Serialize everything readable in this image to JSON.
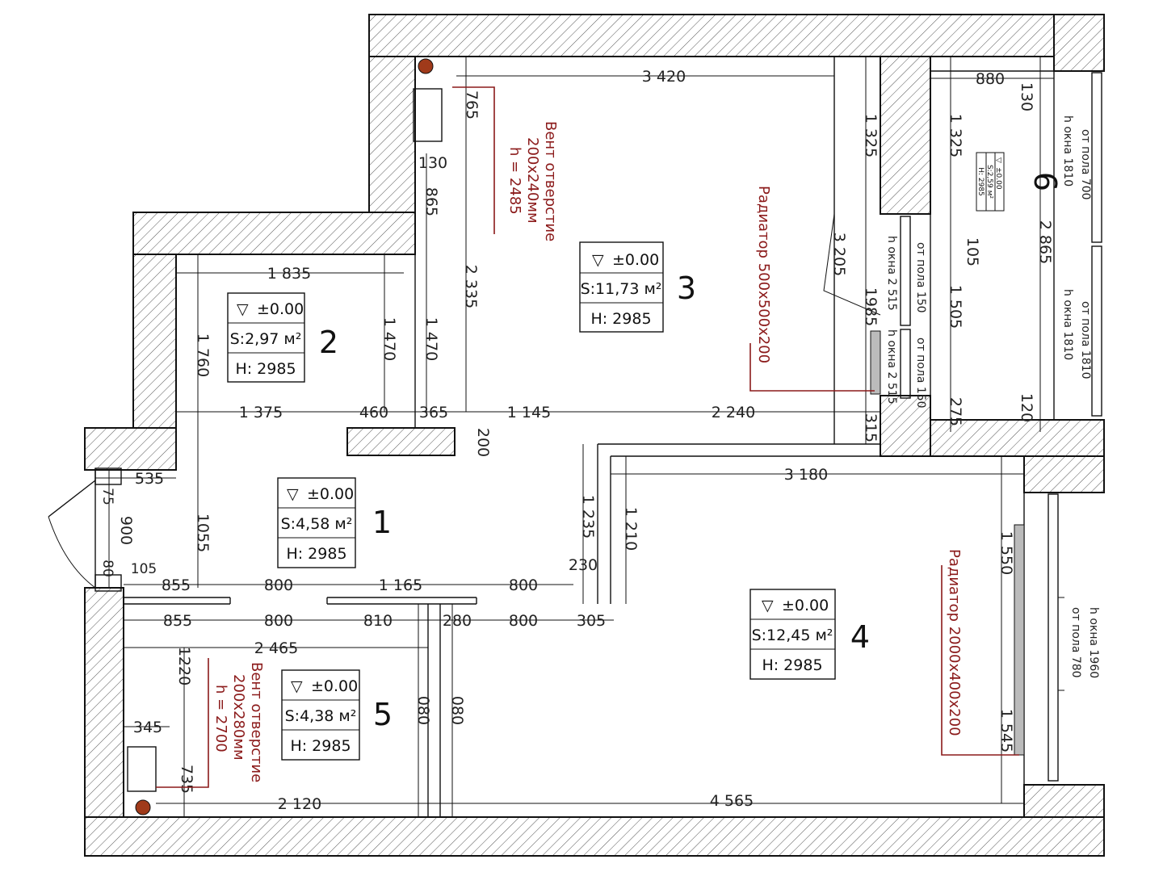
{
  "rooms": [
    {
      "id": "1",
      "level": "±0.00",
      "area": "S:4,58 м²",
      "height": "H: 2985"
    },
    {
      "id": "2",
      "level": "±0.00",
      "area": "S:2,97 м²",
      "height": "H: 2985"
    },
    {
      "id": "3",
      "level": "±0.00",
      "area": "S:11,73 м²",
      "height": "H: 2985"
    },
    {
      "id": "4",
      "level": "±0.00",
      "area": "S:12,45 м²",
      "height": "H: 2985"
    },
    {
      "id": "5",
      "level": "±0.00",
      "area": "S:4,38 м²",
      "height": "H: 2985"
    },
    {
      "id": "6",
      "level": "±0.00",
      "area": "S:2,59 м²",
      "height": "H: 2985"
    }
  ],
  "symbols": {
    "level_mark": "▽"
  },
  "dimensions": {
    "d3420": "3 420",
    "d880": "880",
    "d130a": "130",
    "d765": "765",
    "d130b": "130",
    "d865": "865",
    "d2335": "2 335",
    "d1325a": "1 325",
    "d1325b": "1 325",
    "d3205": "3 205",
    "d1985": "1985",
    "d105": "105",
    "d2865": "2 865",
    "d1505": "1 505",
    "d275": "275",
    "d120": "120",
    "d315": "315",
    "d1835": "1 835",
    "d1760": "1 760",
    "d1470a": "1 470",
    "d1470b": "1 470",
    "d1375": "1 375",
    "d460": "460",
    "d365": "365",
    "d1145": "1 145",
    "d2240": "2 240",
    "d200": "200",
    "d3180": "3 180",
    "d535": "535",
    "d75": "75",
    "d900": "900",
    "d1055": "1055",
    "d1235": "1 235",
    "d1210": "1 210",
    "d230": "230",
    "d1550": "1 550",
    "d80": "80",
    "d105b": "105",
    "d855a": "855",
    "d800a": "800",
    "d1165": "1 165",
    "d800b": "800",
    "d855b": "855",
    "d800c": "800",
    "d810": "810",
    "d280": "280",
    "d800d": "800",
    "d305": "305",
    "d2465": "2 465",
    "d1220": "1220",
    "d080a": "080",
    "d080b": "080",
    "d345": "345",
    "d735": "735",
    "d2120": "2 120",
    "d4565": "4 565",
    "d1545": "1 545"
  },
  "notes": {
    "vent1_line1": "Вент отверстие",
    "vent1_line2": "200х240мм",
    "vent1_line3": "h = 2485",
    "vent2_line1": "Вент отверстие",
    "vent2_line2": "200х280мм",
    "vent2_line3": "h = 2700",
    "radiator1": "Радиатор 500х500х200",
    "radiator2": "Радиатор 2000х400х200"
  },
  "windows": {
    "w6a_line1": "от пола 700",
    "w6a_line2": "h окна 1810",
    "w6b_line1": "от пола 1810",
    "w6b_line2": "h окна 1810",
    "w3a_line1": "от пола 150",
    "w3a_line2": "h окна 2 515",
    "w3b_line1": "от пола 150",
    "w3b_line2": "h окна 2 515",
    "w4_line1": "h окна 1960",
    "w4_line2": "от пола 780"
  },
  "colors": {
    "annotation_red": "#8b1a1a",
    "line": "#111111"
  }
}
